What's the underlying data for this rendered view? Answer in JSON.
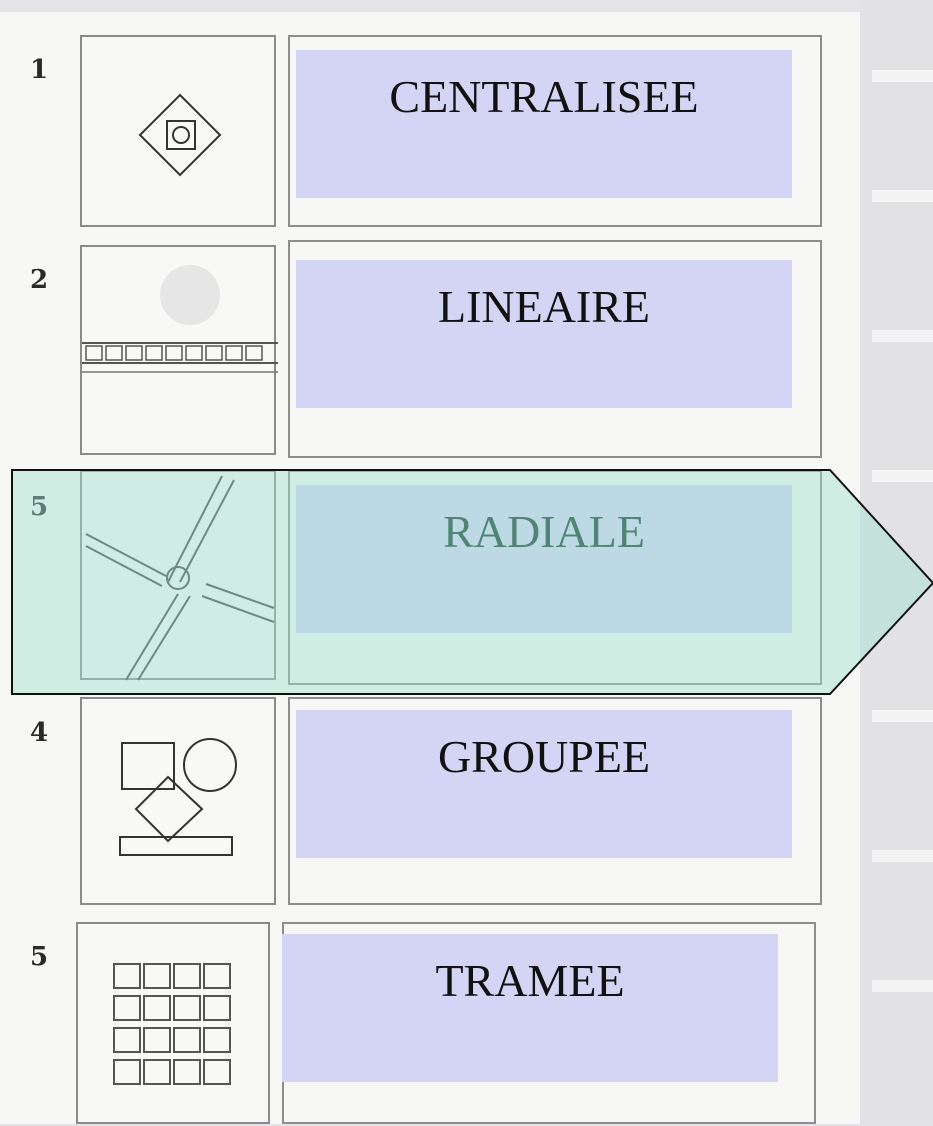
{
  "organizations": [
    {
      "number": "1",
      "label": "CENTRALISEE",
      "icon": "centralized-diamond-icon"
    },
    {
      "number": "2",
      "label": "LINEAIRE",
      "icon": "linear-strip-icon"
    },
    {
      "number": "5",
      "label": "RADIALE",
      "icon": "radial-arms-icon"
    },
    {
      "number": "4",
      "label": "GROUPEE",
      "icon": "grouped-shapes-icon"
    },
    {
      "number": "5",
      "label": "TRAMEE",
      "icon": "grid-icon"
    }
  ],
  "colors": {
    "label_fill": "#d4d4f5",
    "highlight_fill": "#9fe0d0",
    "highlight_text": "#0f3b2a"
  }
}
